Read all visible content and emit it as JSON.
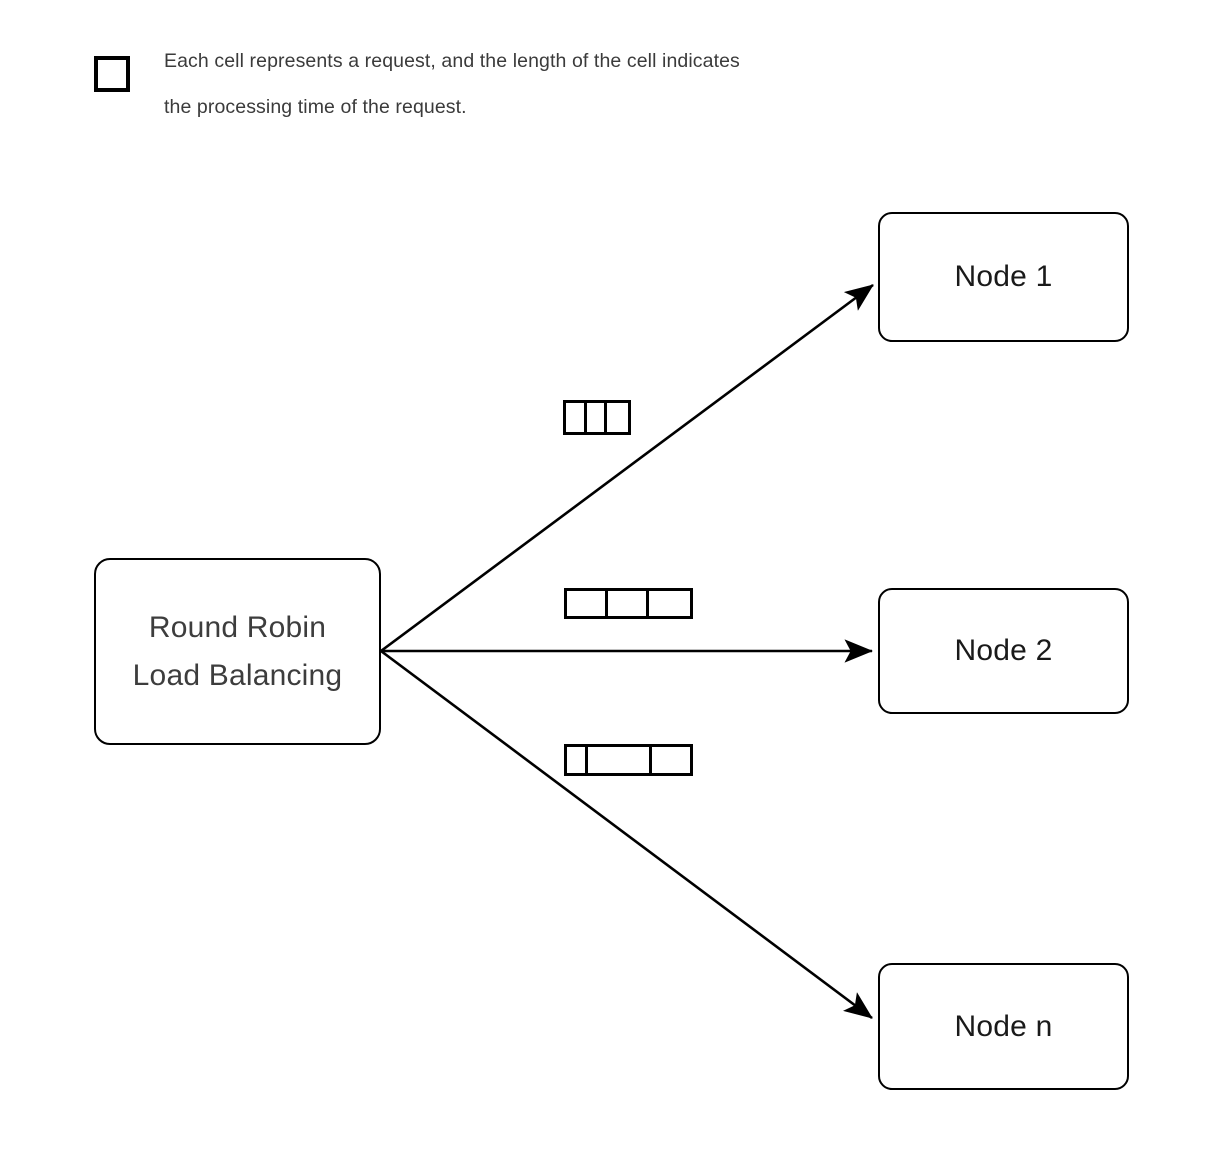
{
  "legend": {
    "icon": "empty-square-cell-icon",
    "text": "Each cell represents a request, and the length of the cell indicates\nthe processing time of the request."
  },
  "diagram": {
    "title": "Round Robin Load Balancing request distribution",
    "source": {
      "label": "Round Robin\nLoad Balancing",
      "text_color": "#3d3d3d",
      "border_color": "#000000"
    },
    "nodes": [
      {
        "id": "node-1",
        "label": "Node 1"
      },
      {
        "id": "node-2",
        "label": "Node 2"
      },
      {
        "id": "node-n",
        "label": "Node n"
      }
    ],
    "edges": [
      {
        "from": "Round Robin Load Balancing",
        "to": "Node 1",
        "arrow": "single"
      },
      {
        "from": "Round Robin Load Balancing",
        "to": "Node 2",
        "arrow": "single"
      },
      {
        "from": "Round Robin Load Balancing",
        "to": "Node n",
        "arrow": "single"
      }
    ],
    "queues": [
      {
        "target": "Node 1",
        "cell_count": 3,
        "cell_widths": [
          1,
          1,
          1
        ]
      },
      {
        "target": "Node 2",
        "cell_count": 3,
        "cell_widths": [
          1,
          1,
          1
        ]
      },
      {
        "target": "Node n",
        "cell_count": 3,
        "cell_widths": [
          22,
          66,
          41
        ]
      }
    ],
    "colors": {
      "stroke": "#000000",
      "background": "#ffffff",
      "label_text": "#1a1a1a",
      "muted_text": "#3b3b3b"
    }
  }
}
